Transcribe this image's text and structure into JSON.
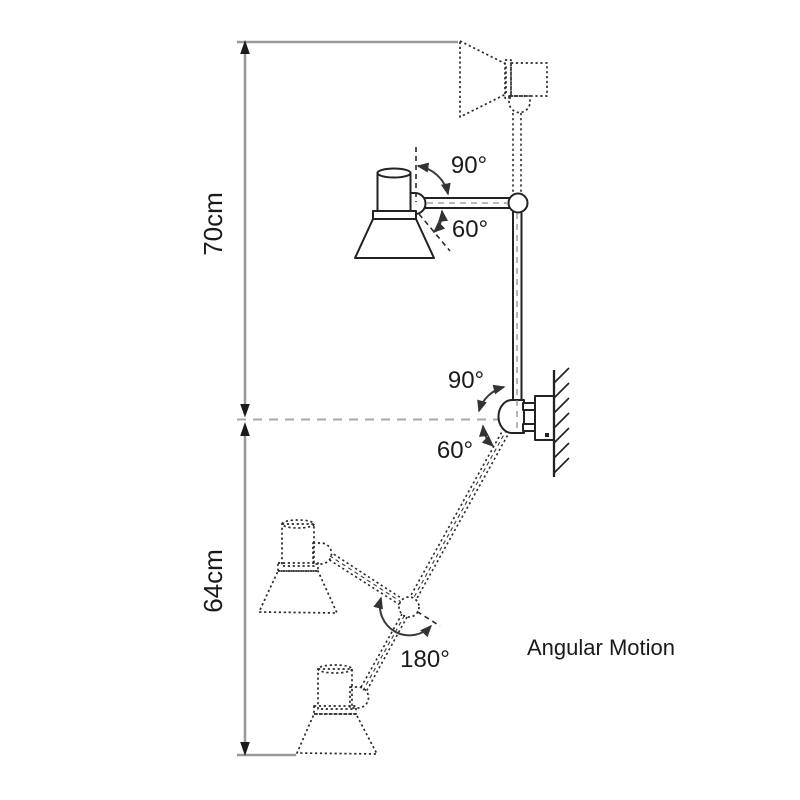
{
  "diagram": {
    "caption": "Angular Motion",
    "dimensions": {
      "upper": "70cm",
      "lower": "64cm"
    },
    "angles": {
      "head_upper": "90°",
      "head_lower": "60°",
      "wall_upper": "90°",
      "wall_lower": "60°",
      "elbow": "180°"
    },
    "colors": {
      "ink": "#222222",
      "dimension_gray": "#999999",
      "arrow": "#333333",
      "background": "#ffffff"
    }
  }
}
